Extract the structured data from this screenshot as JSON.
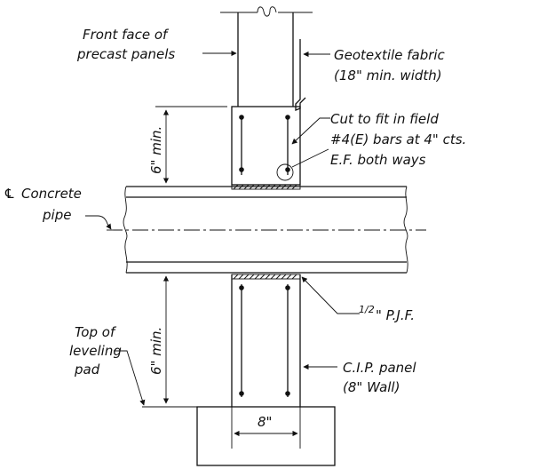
{
  "labels": {
    "front_face_line1": "Front face of",
    "front_face_line2": "precast panels",
    "geotextile_line1": "Geotextile fabric",
    "geotextile_line2": "(18\" min. width)",
    "cut_line1": "Cut to fit in field",
    "cut_line2": "#4(E) bars at 4\" cts.",
    "cut_line3": "E.F. both ways",
    "pipe_symbol": "℄",
    "pipe_line1": "Concrete",
    "pipe_line2": "pipe",
    "dim_upper": "6\" min.",
    "dim_lower": "6\" min.",
    "pjf_fraction": "1/2",
    "pjf_text": "\" P.J.F.",
    "top_of": "Top of",
    "leveling": "leveling",
    "pad": "pad",
    "cip_line1": "C.I.P. panel",
    "cip_line2": "(8\" Wall)",
    "width_dim": "8\""
  }
}
